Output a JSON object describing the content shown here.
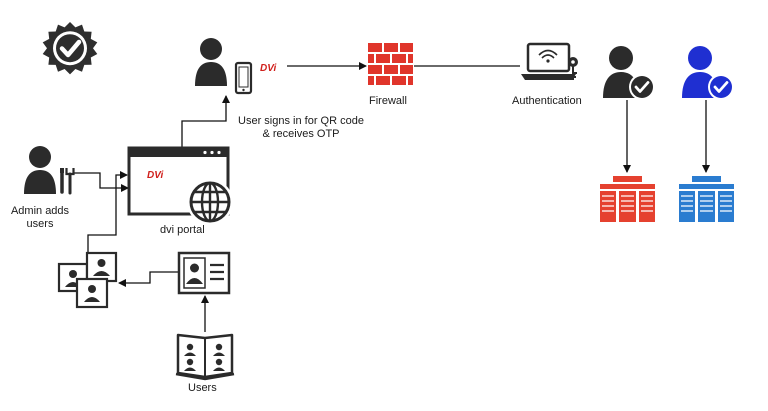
{
  "labels": {
    "admin": "Admin adds\nusers",
    "portal": "dvi portal",
    "user_signin": "User signs in for QR code\n& receives OTP",
    "firewall": "Firewall",
    "authentication": "Authentication",
    "users": "Users"
  },
  "brand_text": "DVi",
  "colors": {
    "dark": "#2b2b2b",
    "firewall_red": "#e0352b",
    "brand_red": "#d0201c",
    "server_red": "#e5412f",
    "server_blue": "#2a7cd0",
    "user_blue": "#1f2fd1",
    "line": "#111111"
  },
  "icons": [
    "badge-check-icon",
    "mobile-user-icon",
    "firewall-icon",
    "laptop-key-icon",
    "verified-user-icon",
    "verified-blue-user-icon",
    "admin-tools-icon",
    "browser-window-icon",
    "globe-icon",
    "photo-cards-icon",
    "id-card-icon",
    "address-book-icon",
    "server-rack-red-icon",
    "server-rack-blue-icon"
  ]
}
